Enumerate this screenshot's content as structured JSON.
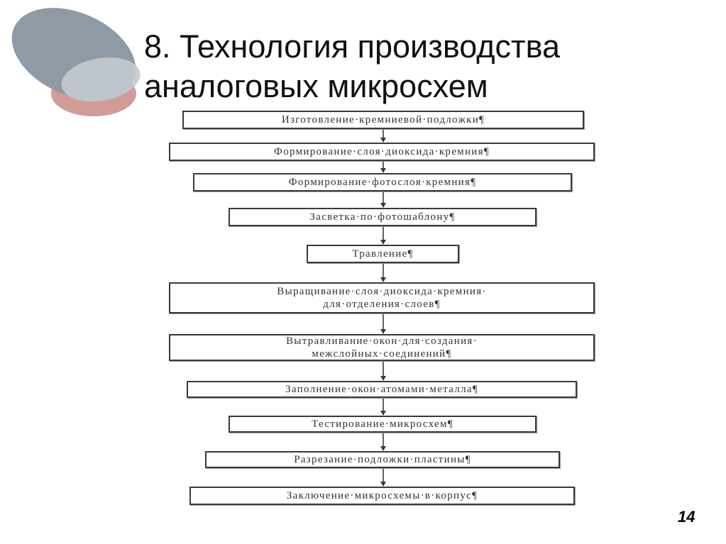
{
  "title": {
    "line1": "8. Технология производства",
    "line2": "аналоговых микросхем"
  },
  "flowchart": {
    "steps": [
      {
        "label": "Изготовление·кремниевой·подложки¶"
      },
      {
        "label": "Формирование·слоя·диоксида·кремния¶"
      },
      {
        "label": "Формирование·фотослоя·кремния¶"
      },
      {
        "label": "Засветка·по·фотошаблону¶"
      },
      {
        "label": "Травление¶"
      },
      {
        "label": "Выращивание·слоя·диоксида·кремния·\nдля·отделения·слоев¶"
      },
      {
        "label": "Вытравливание·окон·для·создания·\nмежслойных·соединений¶"
      },
      {
        "label": "Заполнение·окон·атомами·металла¶"
      },
      {
        "label": "Тестирование·микросхем¶"
      },
      {
        "label": "Разрезание·подложки·пластины¶"
      },
      {
        "label": "Заключение·микросхемы·в·корпус¶"
      }
    ]
  },
  "page_number": "14",
  "colors": {
    "ellipse_gray": "#8e9aa5",
    "ellipse_light": "#bdc4cb",
    "ellipse_red": "#c98b86",
    "box_border": "#3a3a3a",
    "arrow": "#3a3a3a"
  }
}
